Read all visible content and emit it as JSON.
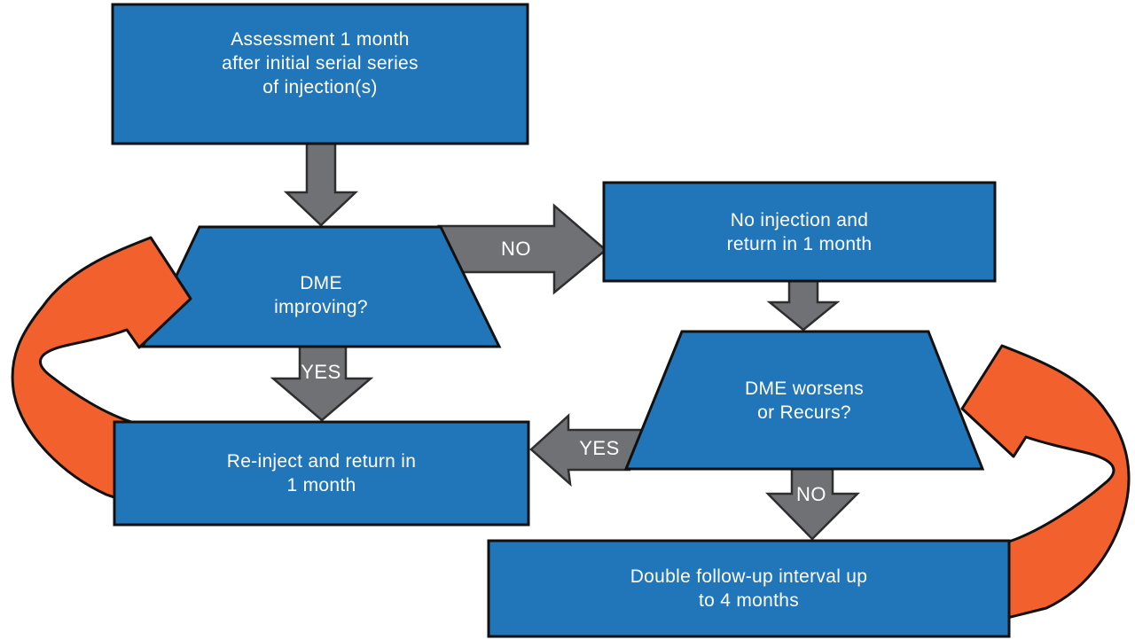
{
  "colors": {
    "node_fill": "#2176b9",
    "node_border": "#111111",
    "arrow_fill": "#6f7174",
    "arrow_border": "#2e2e2e",
    "loop_fill": "#f2612d",
    "text": "#ffffff",
    "background": "#ffffff"
  },
  "nodes": {
    "assessment": {
      "label": "Assessment 1 month\nafter initial serial series\nof injection(s)"
    },
    "dme_improving": {
      "label": "DME\nimproving?"
    },
    "no_injection": {
      "label": "No injection and\nreturn in 1 month"
    },
    "dme_worsens": {
      "label": "DME worsens\nor Recurs?"
    },
    "reinject": {
      "label": "Re-inject and return in\n1 month"
    },
    "double_interval": {
      "label": "Double follow-up interval up\nto 4 months"
    }
  },
  "edge_labels": {
    "improving_no": "NO",
    "improving_yes": "YES",
    "worsens_yes": "YES",
    "worsens_no": "NO"
  }
}
